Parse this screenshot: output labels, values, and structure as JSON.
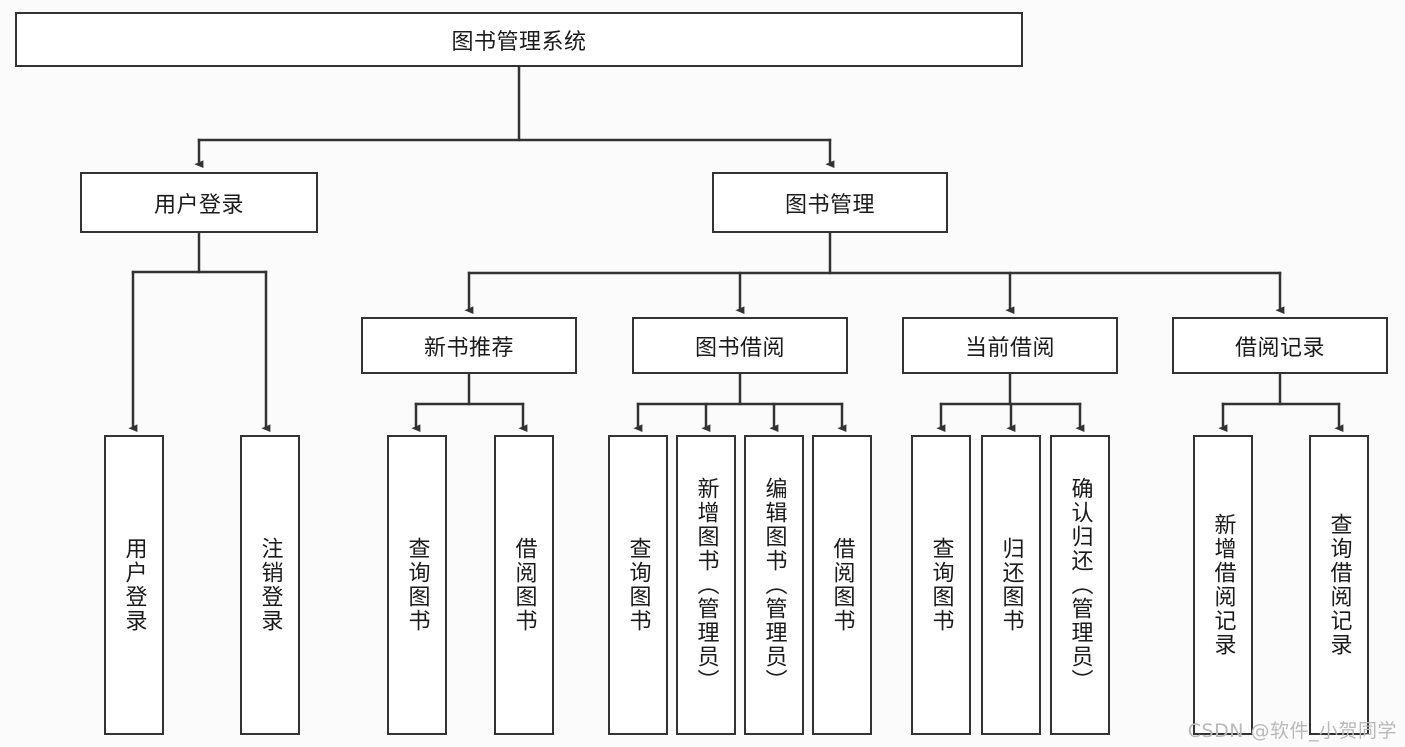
{
  "diagram": {
    "title": "图书管理系统",
    "watermark": "CSDN @软件_小贺同学",
    "stroke_color": "#333333",
    "fill_color": "#ffffff",
    "background_color": "#fbfbfb",
    "nodes": {
      "root": {
        "label": "图书管理系统"
      },
      "level2": [
        {
          "id": "user-login",
          "label": "用户登录"
        },
        {
          "id": "book-management",
          "label": "图书管理"
        }
      ],
      "level3": [
        {
          "id": "new-book-recommend",
          "label": "新书推荐"
        },
        {
          "id": "book-borrow",
          "label": "图书借阅"
        },
        {
          "id": "current-borrow",
          "label": "当前借阅"
        },
        {
          "id": "borrow-record",
          "label": "借阅记录"
        }
      ],
      "leaves": {
        "user_login": [
          {
            "id": "leaf-user-login",
            "label": "用户登录"
          },
          {
            "id": "leaf-logout-login",
            "label": "注销登录"
          }
        ],
        "new_book_recommend": [
          {
            "id": "leaf-query-book-1",
            "label": "查询图书"
          },
          {
            "id": "leaf-borrow-book-1",
            "label": "借阅图书"
          }
        ],
        "book_borrow": [
          {
            "id": "leaf-query-book-2",
            "label": "查询图书"
          },
          {
            "id": "leaf-add-book",
            "label": "新增图书（管理员）"
          },
          {
            "id": "leaf-edit-book",
            "label": "编辑图书（管理员）"
          },
          {
            "id": "leaf-borrow-book-2",
            "label": "借阅图书"
          }
        ],
        "current_borrow": [
          {
            "id": "leaf-query-book-3",
            "label": "查询图书"
          },
          {
            "id": "leaf-return-book",
            "label": "归还图书"
          },
          {
            "id": "leaf-confirm-return",
            "label": "确认归还（管理员）"
          }
        ],
        "borrow_record": [
          {
            "id": "leaf-add-borrow-record",
            "label": "新增借阅记录"
          },
          {
            "id": "leaf-query-borrow-record",
            "label": "查询借阅记录"
          }
        ]
      }
    }
  }
}
